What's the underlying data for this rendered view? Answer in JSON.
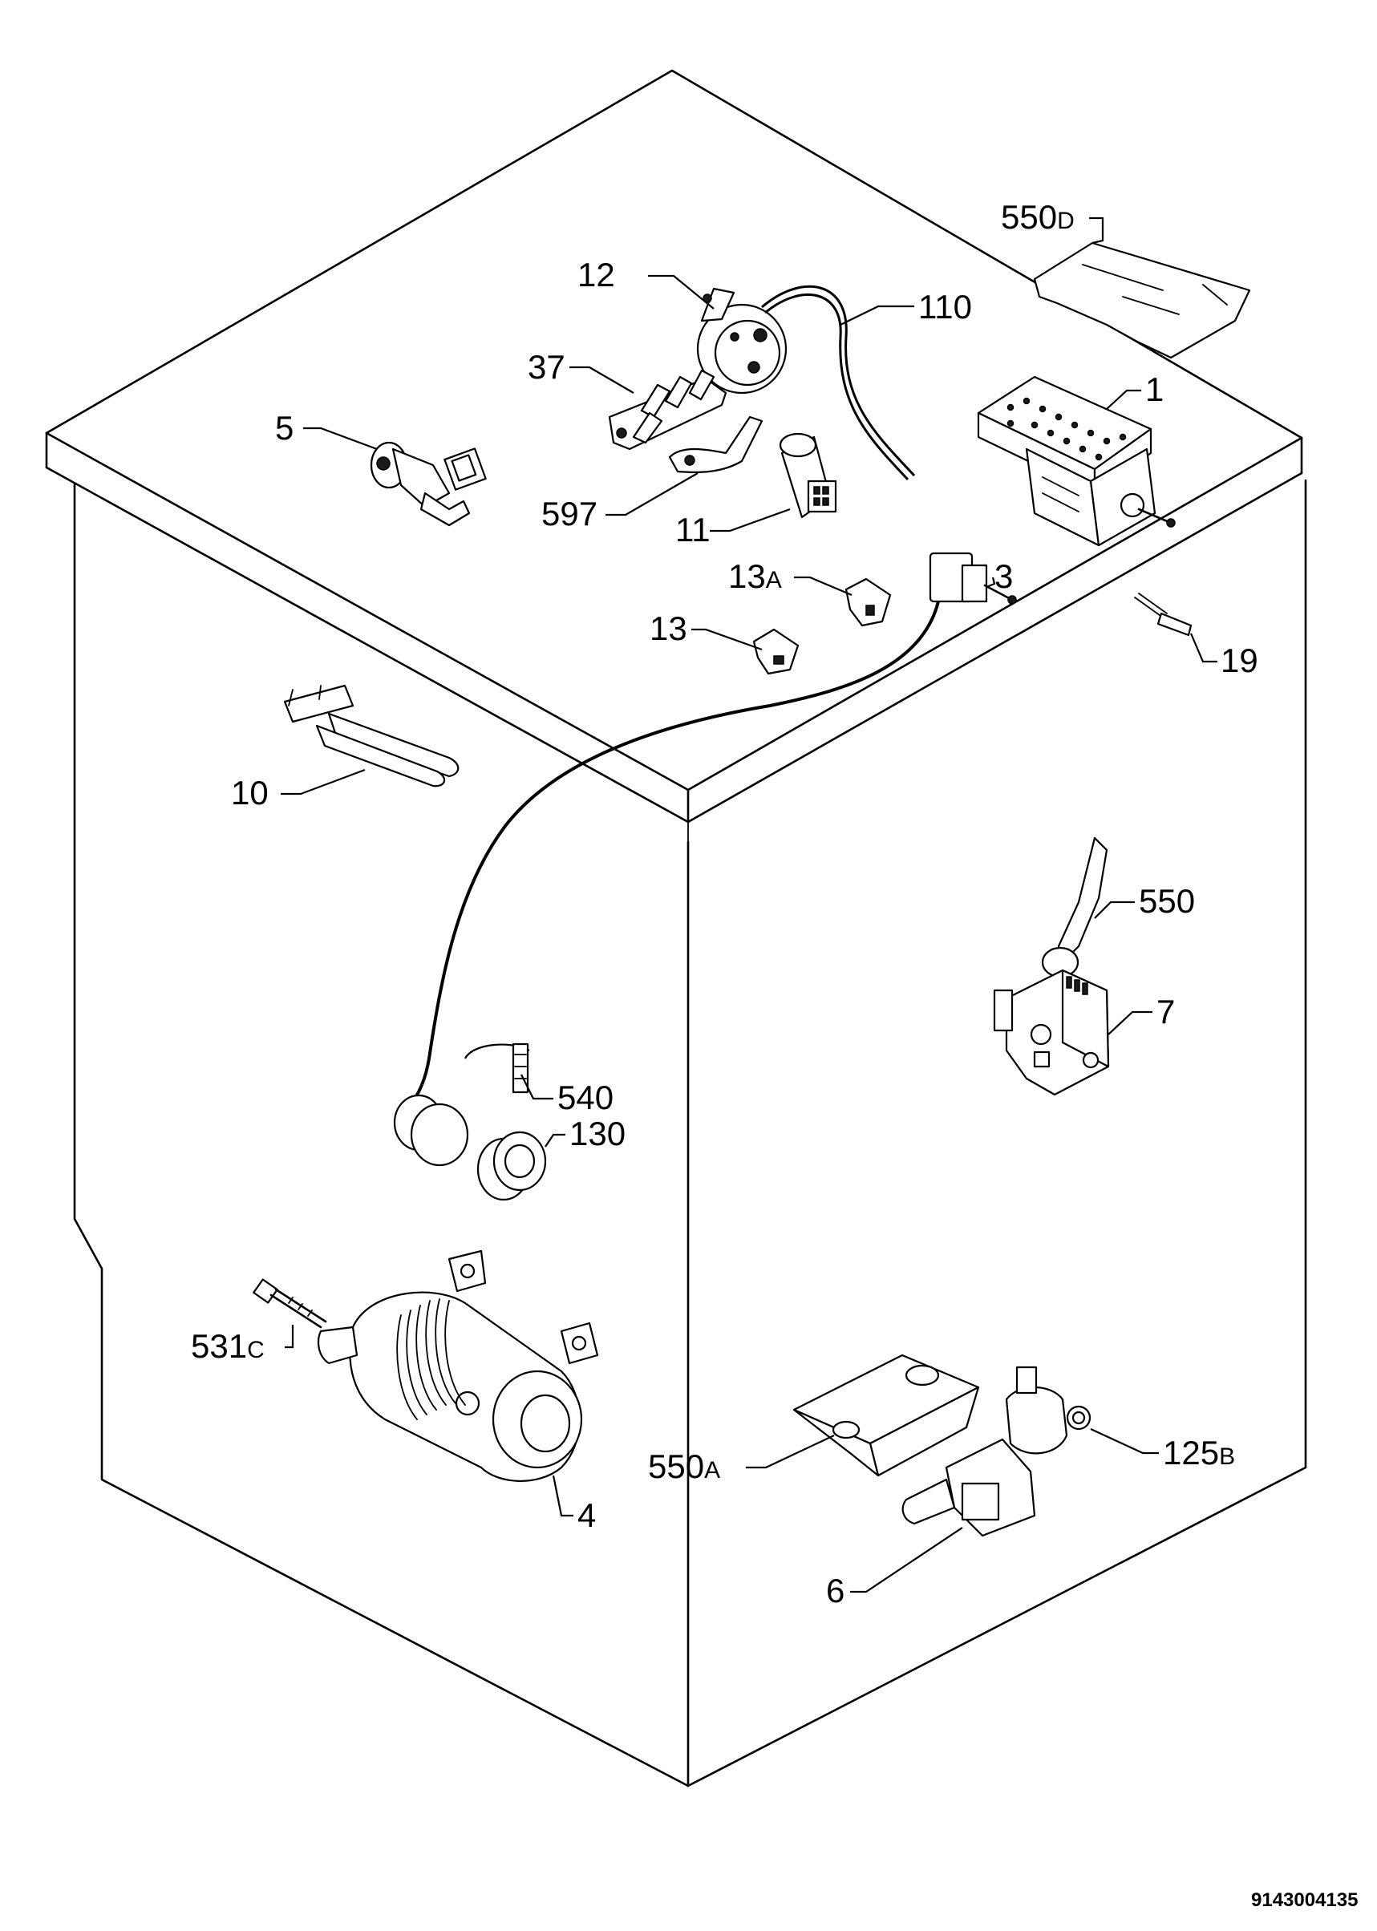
{
  "callouts": {
    "p550d": {
      "num": "550",
      "suffix": "D"
    },
    "p12": {
      "num": "12"
    },
    "p110": {
      "num": "110"
    },
    "p37": {
      "num": "37"
    },
    "p5": {
      "num": "5"
    },
    "p1": {
      "num": "1"
    },
    "p597": {
      "num": "597"
    },
    "p11": {
      "num": "11"
    },
    "p13a": {
      "num": "13",
      "suffix": "A"
    },
    "p3": {
      "num": "3"
    },
    "p13": {
      "num": "13"
    },
    "p19": {
      "num": "19"
    },
    "p10": {
      "num": "10"
    },
    "p550": {
      "num": "550"
    },
    "p7": {
      "num": "7"
    },
    "p540": {
      "num": "540"
    },
    "p130": {
      "num": "130"
    },
    "p531c": {
      "num": "531",
      "suffix": "C"
    },
    "p550a": {
      "num": "550",
      "suffix": "A"
    },
    "p125b": {
      "num": "125",
      "suffix": "B"
    },
    "p4": {
      "num": "4"
    },
    "p6": {
      "num": "6"
    }
  },
  "drawing_code": "9143004135"
}
